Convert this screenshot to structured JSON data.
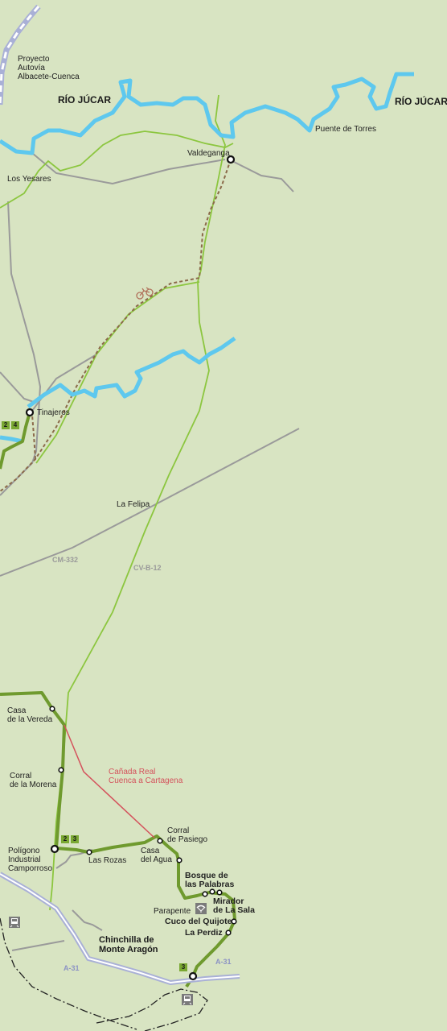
{
  "labels": {
    "proyecto": "Proyecto\nAutovía\nAlbacete-Cuenca",
    "rio_jucar_1": "RÍO JÚCAR",
    "rio_jucar_2": "RÍO JÚCAR",
    "puente_torres": "Puente de Torres",
    "valdeganga": "Valdeganga",
    "los_yesares": "Los Yesares",
    "tinajeros": "Tinajeros",
    "la_felipa": "La Felipa",
    "cm332": "CM-332",
    "cvb12": "CV-B-12",
    "casa_vereda": "Casa\nde la Vereda",
    "corral_morena": "Corral\nde la Morena",
    "canada_real": "Cañada Real\nCuenca a Cartagena",
    "corral_pasiego": "Corral\nde Pasiego",
    "poligono": "Polígono\nIndustrial\nCamporroso",
    "las_rozas": "Las Rozas",
    "casa_agua": "Casa\ndel Agua",
    "bosque_palabras": "Bosque de\nlas Palabras",
    "mirador_sala": "Mirador\nde La Sala",
    "parapente": "Parapente",
    "cuco_quijote": "Cuco del Quijote",
    "la_perdiz": "La Perdiz",
    "chinchilla": "Chinchilla de\nMonte Aragón",
    "a31_left": "A-31",
    "a31_right": "A-31"
  },
  "badges": {
    "tinajeros_2": "2",
    "tinajeros_4": "4",
    "poligono_2": "2",
    "poligono_3": "3",
    "south_3": "3"
  },
  "icons": [
    "bicycle-icon",
    "train-station-icon",
    "paragliding-icon"
  ],
  "colors": {
    "background": "#d8e4c2",
    "river": "#5ec8ee",
    "route": "#7aa832",
    "light_route": "#8cc63f",
    "road": "#9a9a9a",
    "motorway": "#a9b0d6",
    "canada_real": "#d4525c",
    "bike_path": "#8b6a4a",
    "railway": "#222222"
  }
}
